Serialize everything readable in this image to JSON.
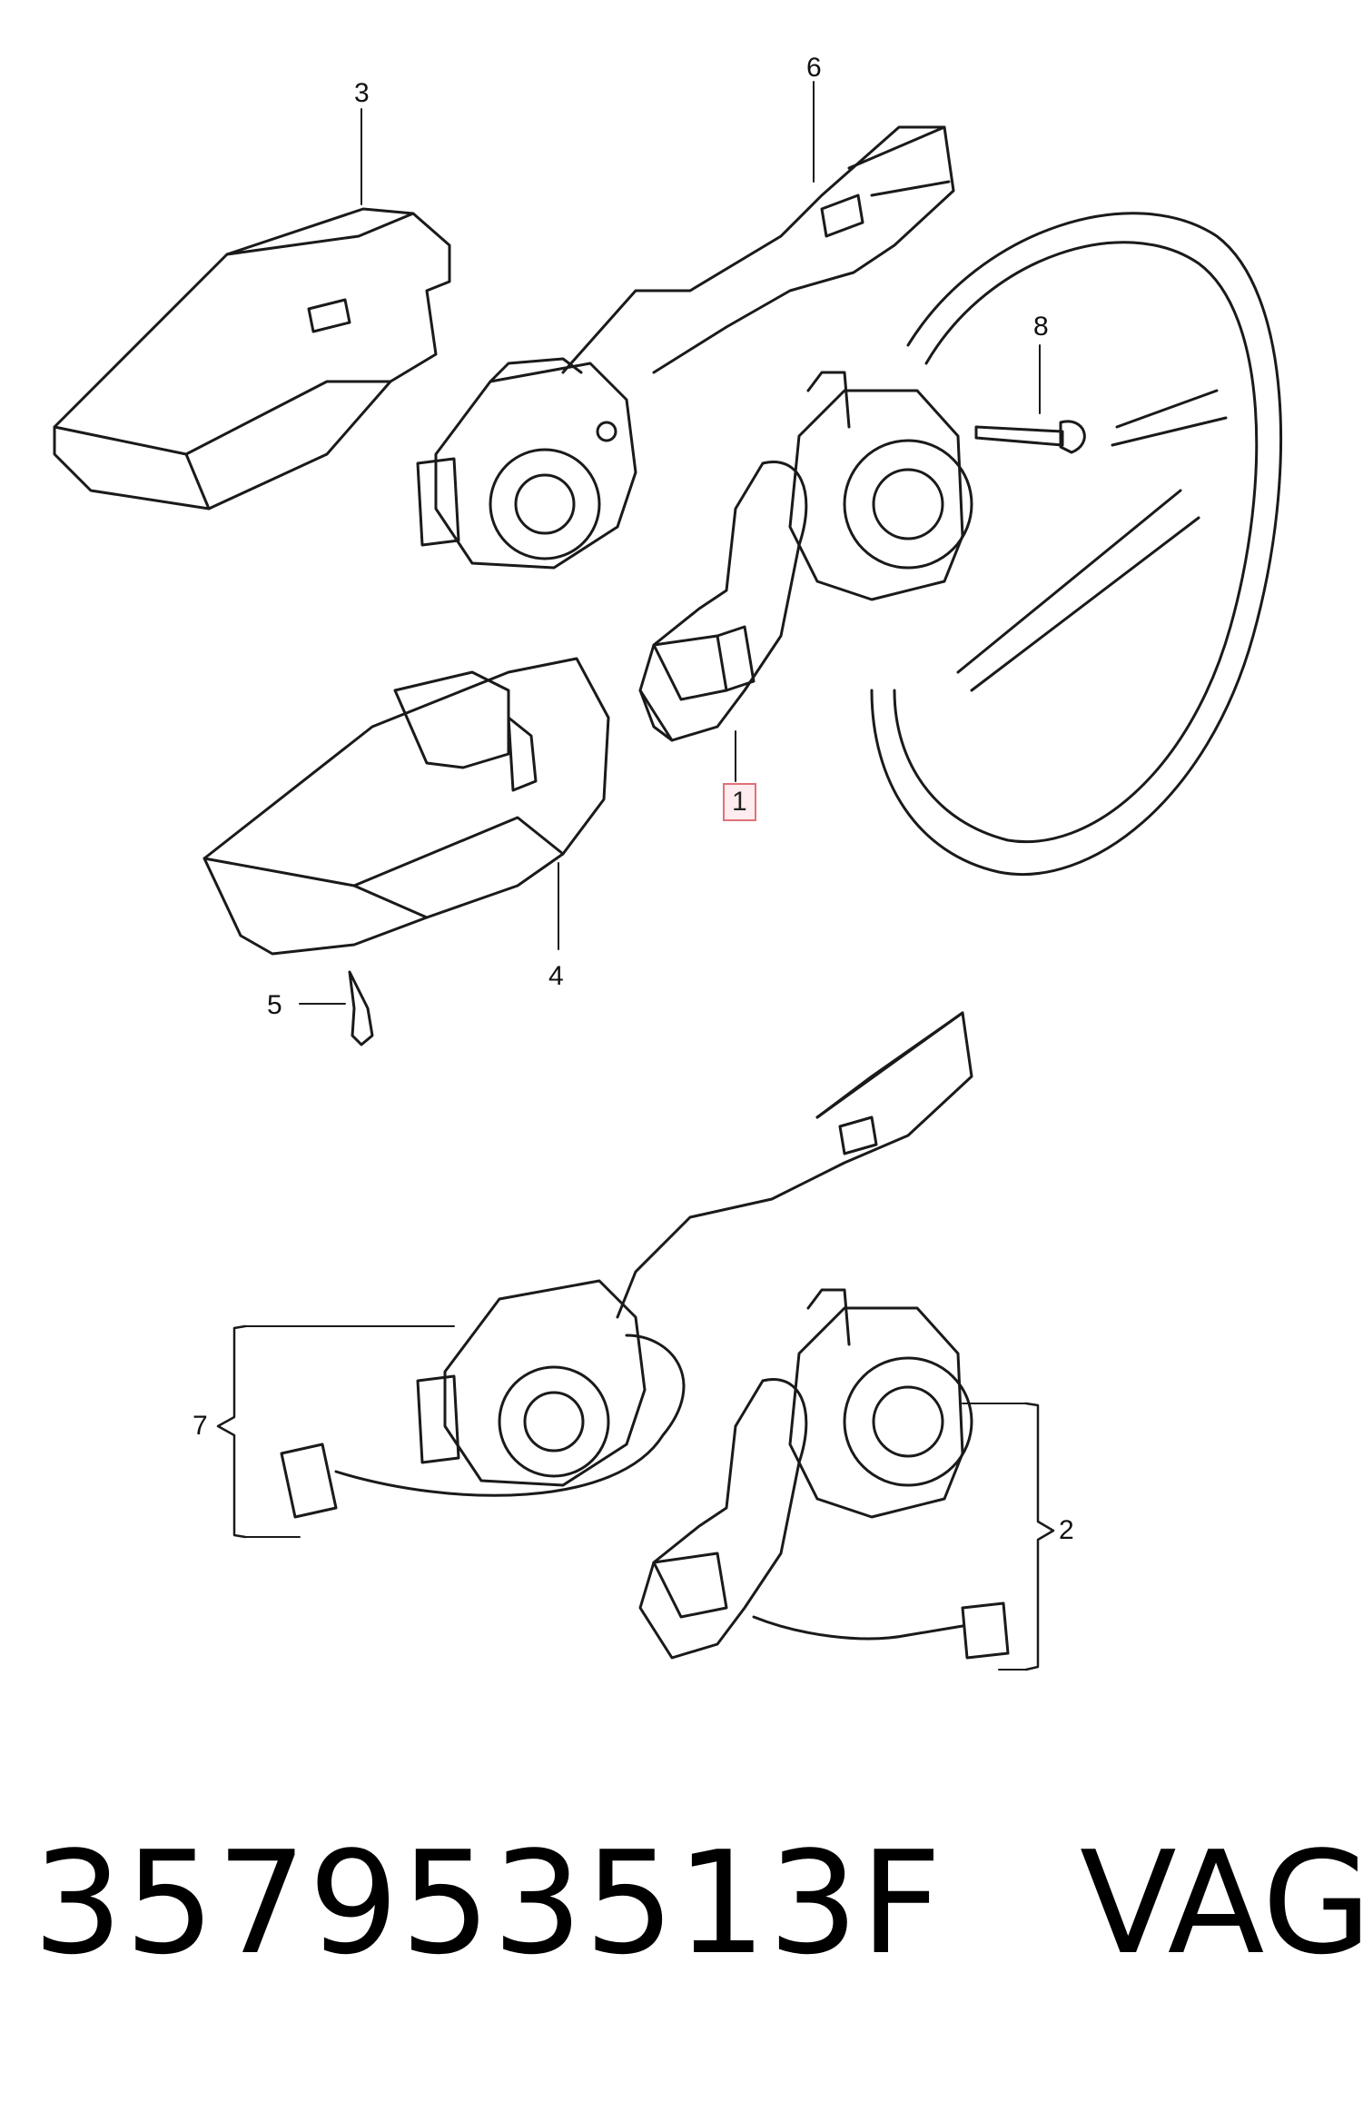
{
  "callouts": {
    "c1": "1",
    "c2": "2",
    "c3": "3",
    "c4": "4",
    "c5": "5",
    "c6": "6",
    "c7": "7",
    "c8": "8"
  },
  "footer": {
    "part_number": "357953513F",
    "brand": "VAG"
  },
  "colors": {
    "line": "#1a1a1a",
    "highlight_border": "#e0707a",
    "highlight_fill": "#ffc8cd"
  }
}
